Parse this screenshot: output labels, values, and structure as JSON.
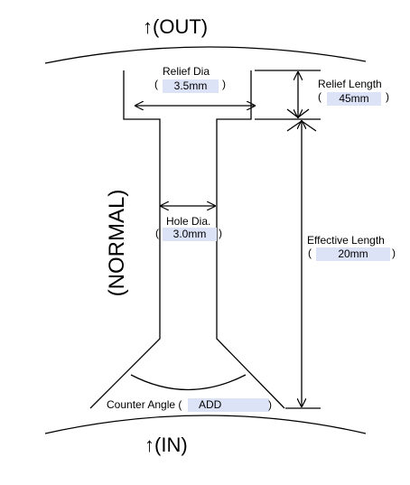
{
  "labels": {
    "out": "↑(OUT)",
    "in": "↑(IN)",
    "normal": "(NORMAL)",
    "relief_dia": "Relief  Dia",
    "relief_length": "Relief  Length",
    "hole_dia": "Hole Dia.",
    "effective_length": "Effective  Length",
    "counter_angle": "Counter Angle ("
  },
  "fields": {
    "relief_dia": "3.5mm",
    "relief_length": "45mm",
    "hole_dia": "3.0mm",
    "effective_length": "20mm",
    "counter_angle": "ADD"
  },
  "colors": {
    "field_bg": "#dde3f7",
    "line": "#000000"
  }
}
